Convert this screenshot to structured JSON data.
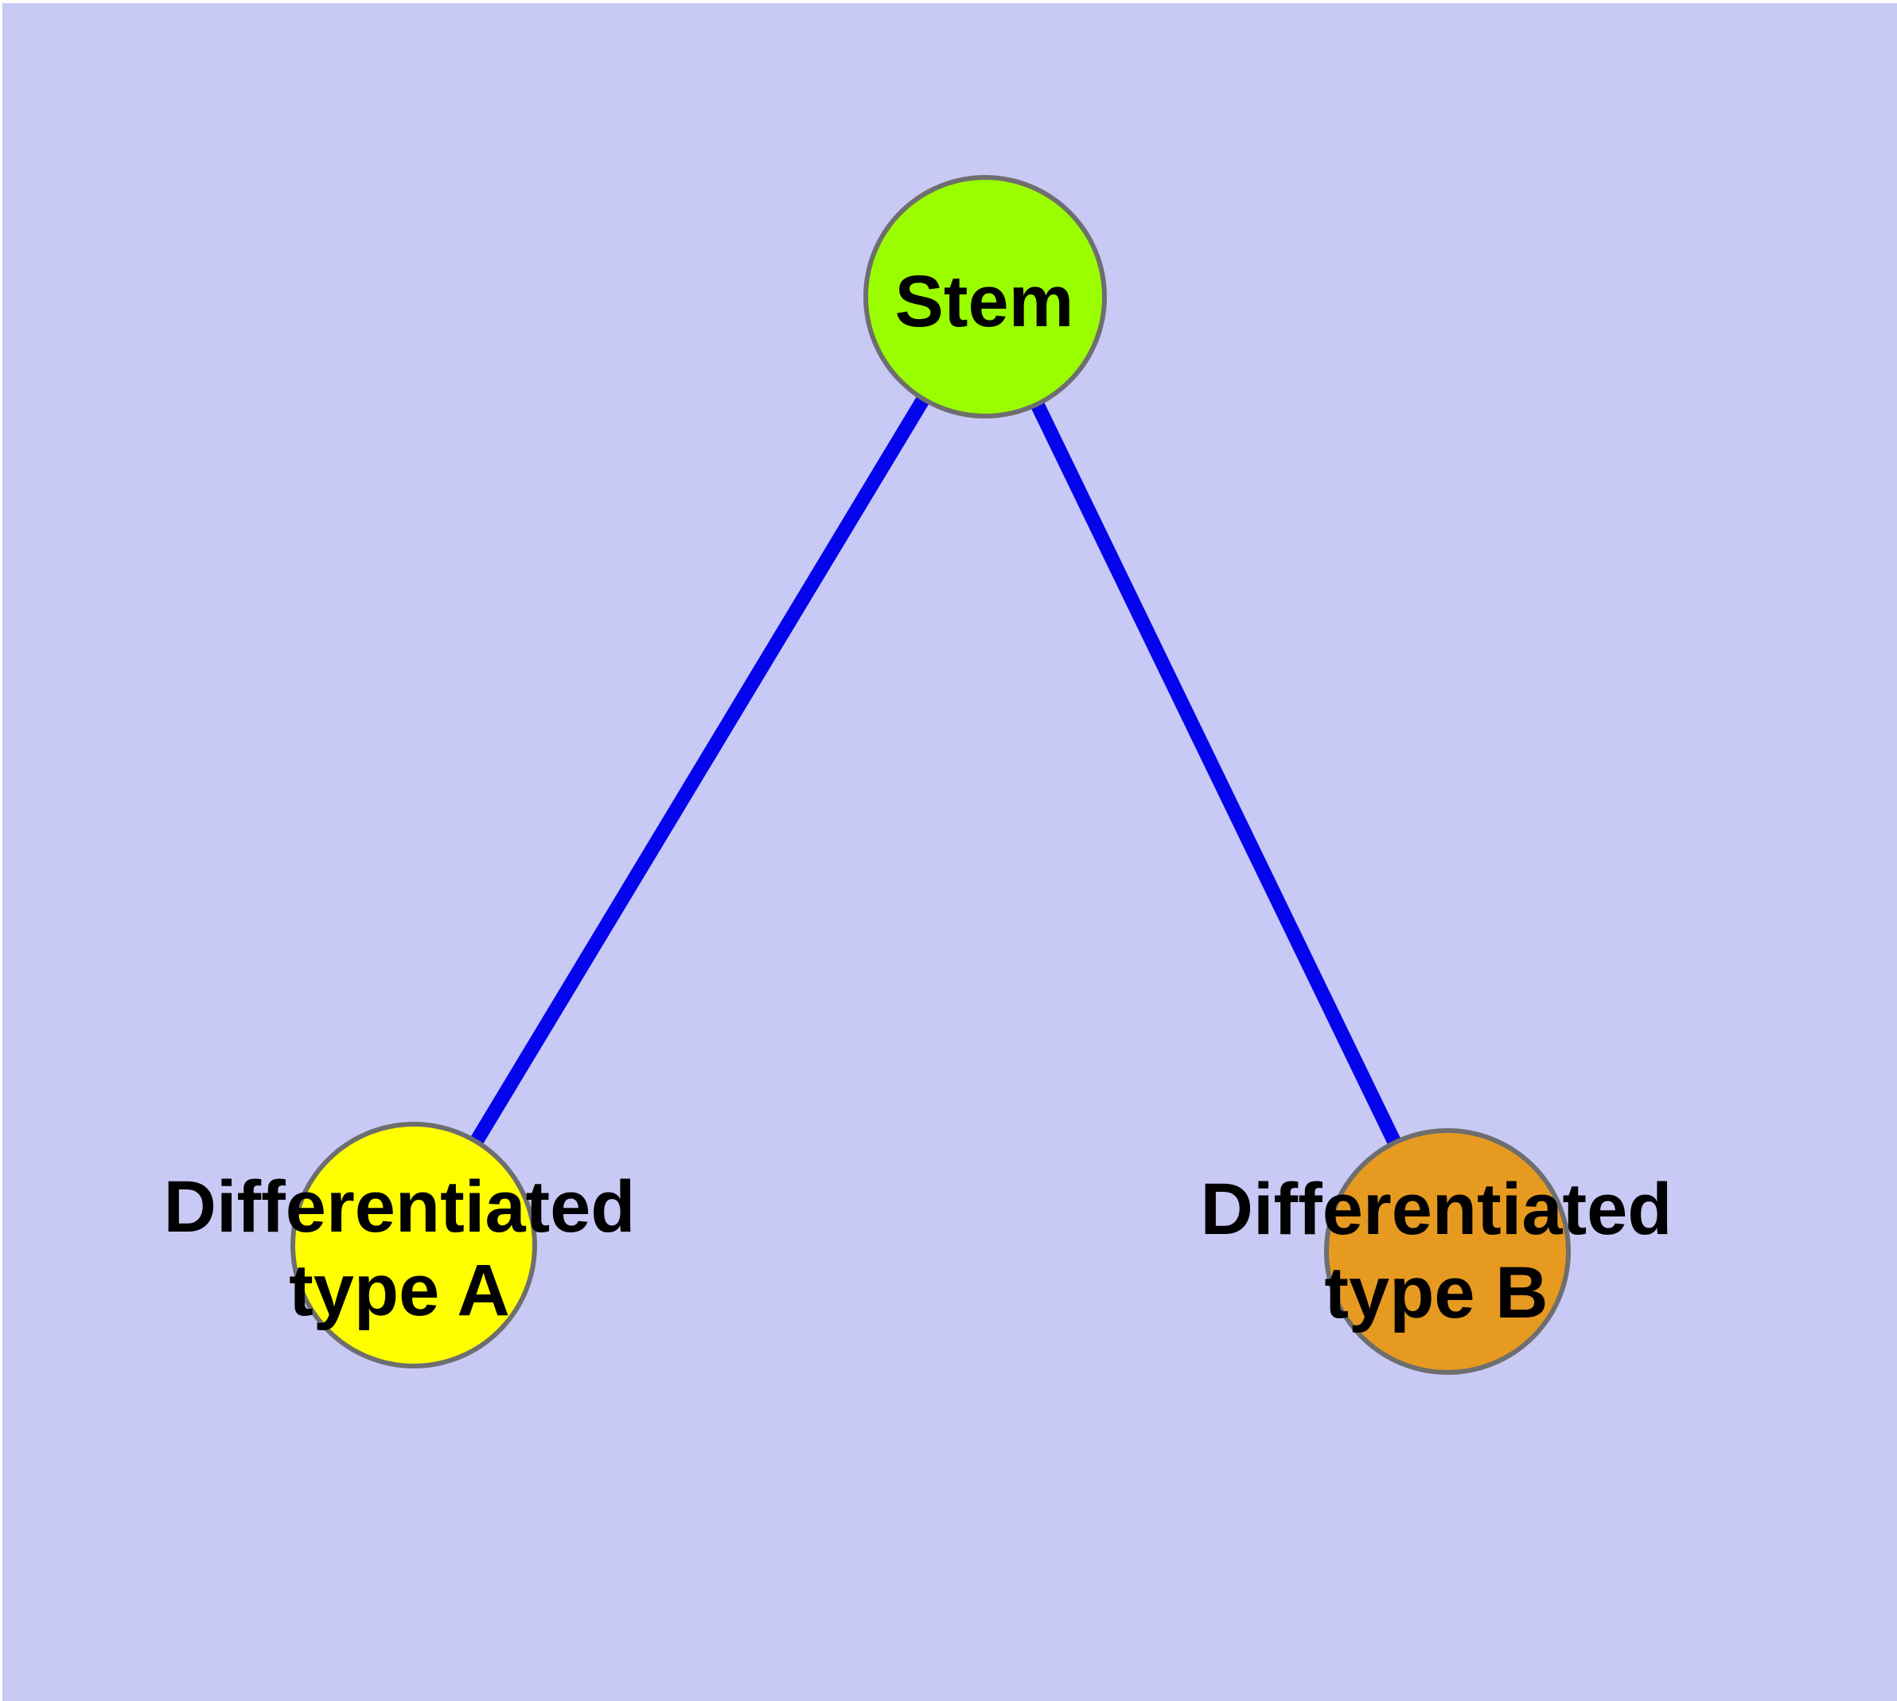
{
  "canvas": {
    "background_color": "#C9C9F6",
    "frame_color": "#FFFFFF"
  },
  "graph": {
    "edge_color": "#0404EC",
    "node_border_color": "#6E6E6E",
    "label_color": "#000000",
    "nodes": [
      {
        "id": "stem",
        "label": "Stem",
        "lines": [
          "Stem"
        ],
        "fill": "#9AFE00"
      },
      {
        "id": "differentiated-type-a",
        "label": "Differentiated type A",
        "lines": [
          "Differentiated",
          "type A"
        ],
        "fill": "#FFFF00"
      },
      {
        "id": "differentiated-type-b",
        "label": "Differentiated type B",
        "lines": [
          "Differentiated",
          "type B"
        ],
        "fill": "#E69A20"
      }
    ],
    "edges": [
      {
        "from": "Stem",
        "to": "Differentiated type A"
      },
      {
        "from": "Stem",
        "to": "Differentiated type B"
      }
    ]
  }
}
